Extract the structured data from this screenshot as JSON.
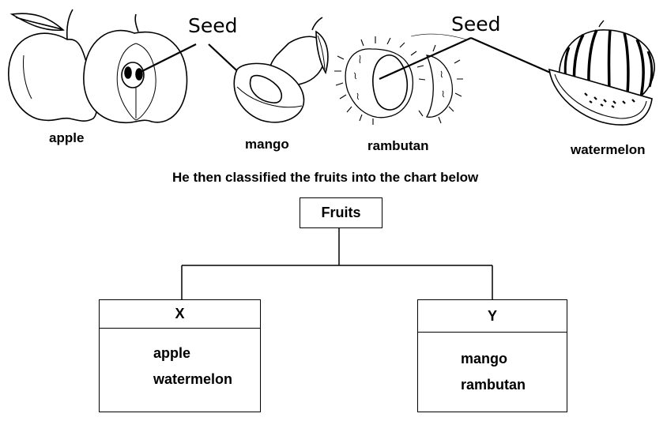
{
  "fruits": {
    "apple": "apple",
    "mango": "mango",
    "rambutan": "rambutan",
    "watermelon": "watermelon"
  },
  "seed_labels": [
    "Seed",
    "Seed"
  ],
  "caption": "He then classified the fruits into the chart below",
  "chart": {
    "root": "Fruits",
    "group_x": {
      "title": "X",
      "items": [
        "apple",
        "watermelon"
      ]
    },
    "group_y": {
      "title": "Y",
      "items": [
        "mango",
        "rambutan"
      ]
    }
  }
}
